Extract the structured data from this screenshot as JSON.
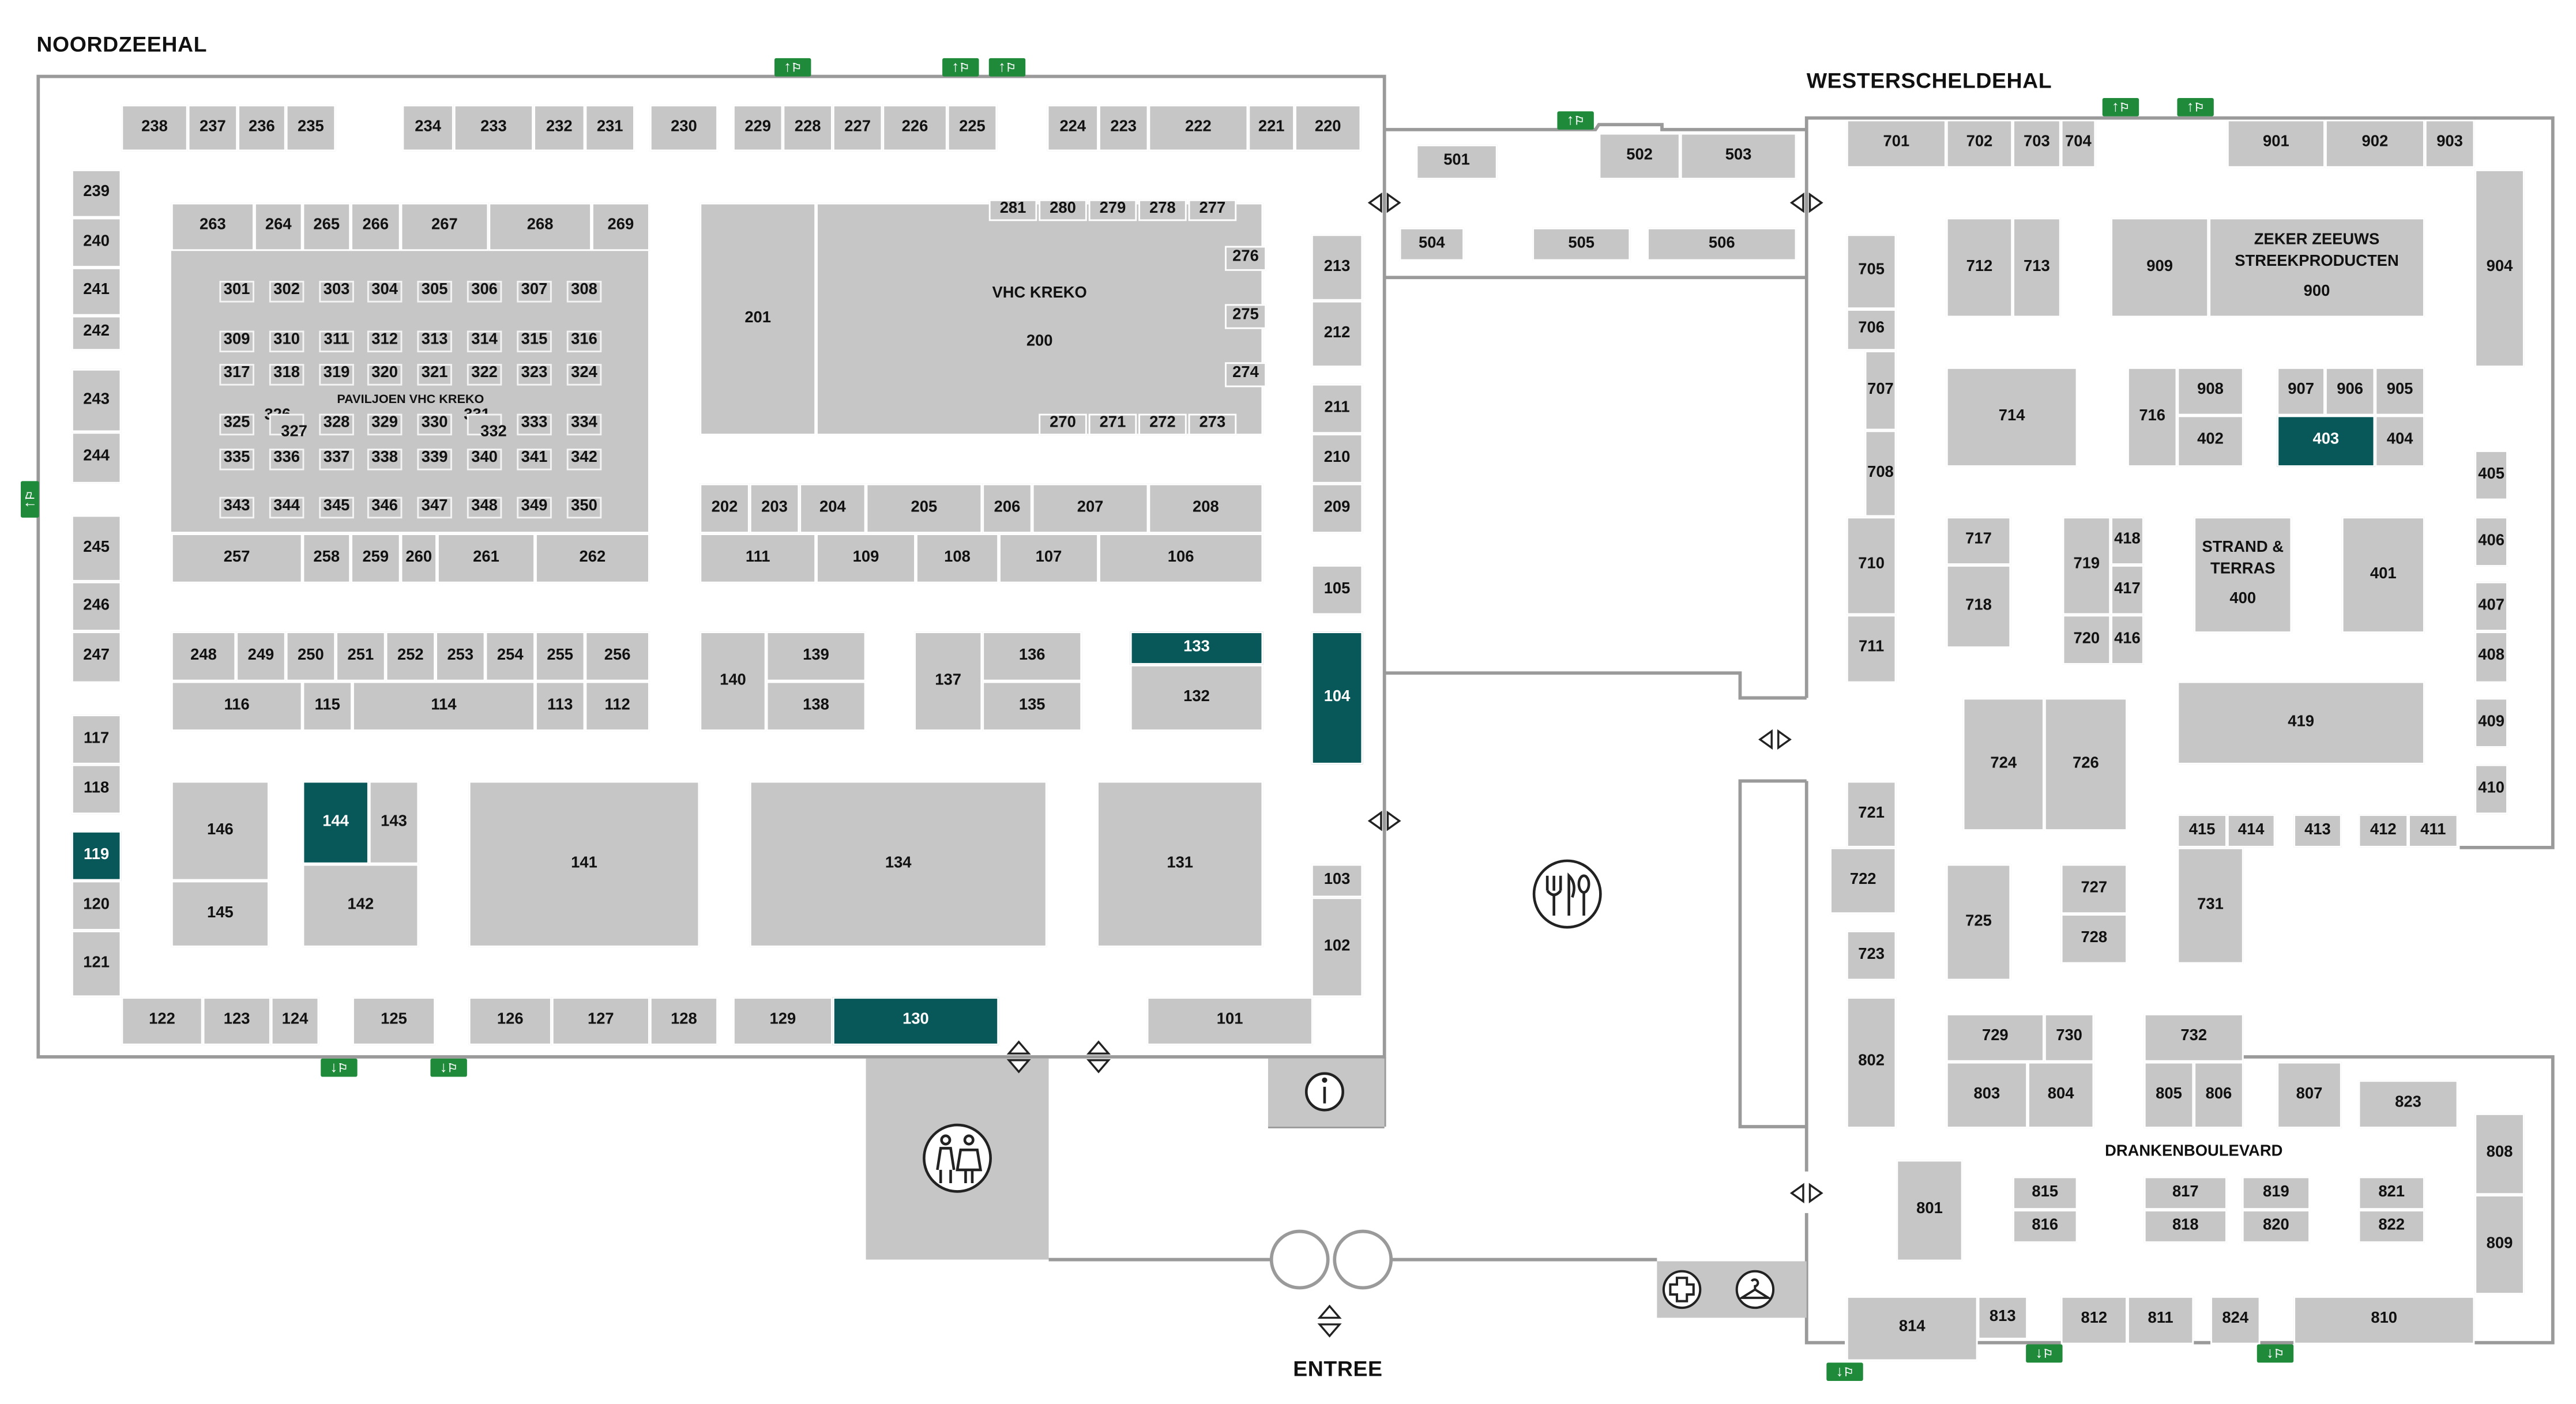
{
  "halls": {
    "north": "NOORDZEEHAL",
    "west": "WESTERSCHELDEHAL",
    "drinks": "DRANKENBOULEVARD",
    "entrance": "ENTREE"
  },
  "pavilion_label": "PAVILJOEN VHC KREKO",
  "booth_names": {
    "200": [
      "VHC KREKO"
    ],
    "900": [
      "ZEKER ZEEUWS",
      "STREEKPRODUCTEN"
    ],
    "400": [
      "STRAND &",
      "TERRAS"
    ]
  },
  "highlighted": [
    "104",
    "119",
    "130",
    "133",
    "144",
    "403"
  ],
  "booths": [
    "238",
    "237",
    "236",
    "235",
    "234",
    "233",
    "232",
    "231",
    "230",
    "229",
    "228",
    "227",
    "226",
    "225",
    "224",
    "223",
    "222",
    "221",
    "220",
    "239",
    "240",
    "241",
    "242",
    "243",
    "244",
    "245",
    "246",
    "247",
    "117",
    "118",
    "119",
    "120",
    "121",
    "263",
    "264",
    "265",
    "266",
    "267",
    "268",
    "269",
    "257",
    "258",
    "259",
    "260",
    "261",
    "262",
    "301",
    "302",
    "303",
    "304",
    "305",
    "306",
    "307",
    "308",
    "309",
    "310",
    "311",
    "312",
    "313",
    "314",
    "315",
    "316",
    "317",
    "318",
    "319",
    "320",
    "321",
    "322",
    "323",
    "324",
    "325",
    "326",
    "327",
    "328",
    "329",
    "330",
    "331",
    "332",
    "333",
    "334",
    "335",
    "336",
    "337",
    "338",
    "339",
    "340",
    "341",
    "342",
    "343",
    "344",
    "345",
    "346",
    "347",
    "348",
    "349",
    "350",
    "248",
    "249",
    "250",
    "251",
    "252",
    "253",
    "254",
    "255",
    "256",
    "116",
    "115",
    "114",
    "113",
    "112",
    "146",
    "145",
    "144",
    "143",
    "142",
    "141",
    "134",
    "131",
    "122",
    "123",
    "124",
    "125",
    "126",
    "127",
    "128",
    "129",
    "130",
    "101",
    "201",
    "200",
    "281",
    "280",
    "279",
    "278",
    "277",
    "276",
    "275",
    "274",
    "270",
    "271",
    "272",
    "273",
    "202",
    "203",
    "204",
    "205",
    "206",
    "207",
    "208",
    "111",
    "109",
    "108",
    "107",
    "106",
    "140",
    "139",
    "138",
    "137",
    "136",
    "135",
    "133",
    "132",
    "213",
    "212",
    "211",
    "210",
    "209",
    "105",
    "104",
    "103",
    "102",
    "501",
    "502",
    "503",
    "504",
    "505",
    "506",
    "701",
    "702",
    "703",
    "704",
    "901",
    "902",
    "903",
    "904",
    "705",
    "706",
    "707",
    "708",
    "710",
    "711",
    "712",
    "713",
    "909",
    "900",
    "714",
    "716",
    "908",
    "402",
    "907",
    "906",
    "905",
    "403",
    "404",
    "405",
    "406",
    "407",
    "408",
    "409",
    "410",
    "717",
    "718",
    "719",
    "720",
    "418",
    "417",
    "416",
    "400",
    "401",
    "419",
    "724",
    "726",
    "721",
    "722",
    "723",
    "802",
    "415",
    "414",
    "413",
    "412",
    "411",
    "731",
    "725",
    "727",
    "728",
    "729",
    "730",
    "803",
    "804",
    "732",
    "805",
    "806",
    "807",
    "823",
    "808",
    "809",
    "801",
    "815",
    "816",
    "817",
    "818",
    "819",
    "820",
    "821",
    "822",
    "814",
    "813",
    "812",
    "811",
    "824",
    "810"
  ],
  "icons": {
    "restaurant": "fork-knife-spoon-icon",
    "toilets": "toilet-icon",
    "info": "info-icon",
    "first_aid": "first-aid-icon",
    "cloakroom": "coat-hanger-icon",
    "exit": "emergency-exit-icon",
    "door": "door-arrows-icon"
  },
  "colors": {
    "booth": "#c6c6c6",
    "highlight": "#08585a",
    "exit": "#1e8a3a",
    "wall": "#9a9a9a"
  }
}
